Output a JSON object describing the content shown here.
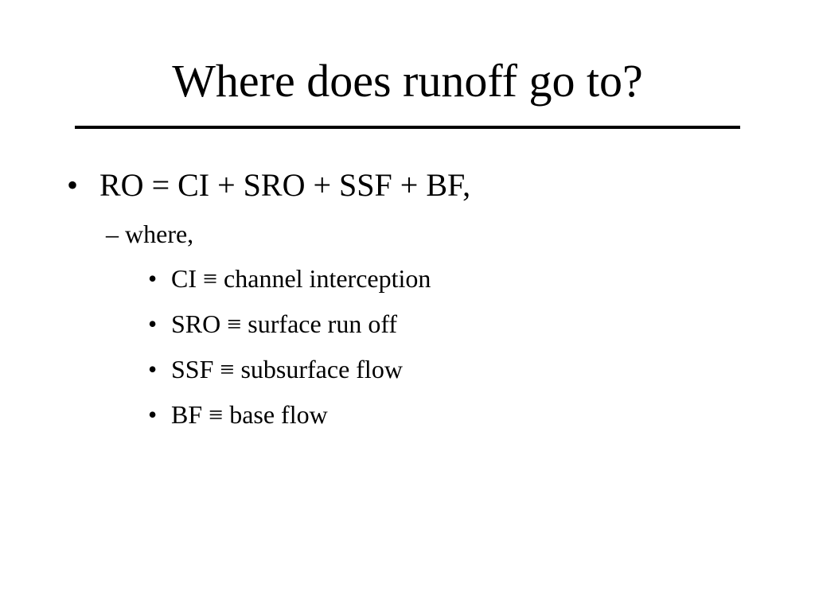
{
  "slide": {
    "title": "Where does runoff go to?",
    "equation": "RO = CI + SRO + SSF + BF,",
    "sub_label": "where,",
    "bullet_glyph": "•",
    "dash_glyph": "– ",
    "definitions": [
      "CI ≡ channel interception",
      "SRO ≡ surface run off",
      "SSF ≡ subsurface flow",
      "BF ≡ base flow"
    ]
  }
}
